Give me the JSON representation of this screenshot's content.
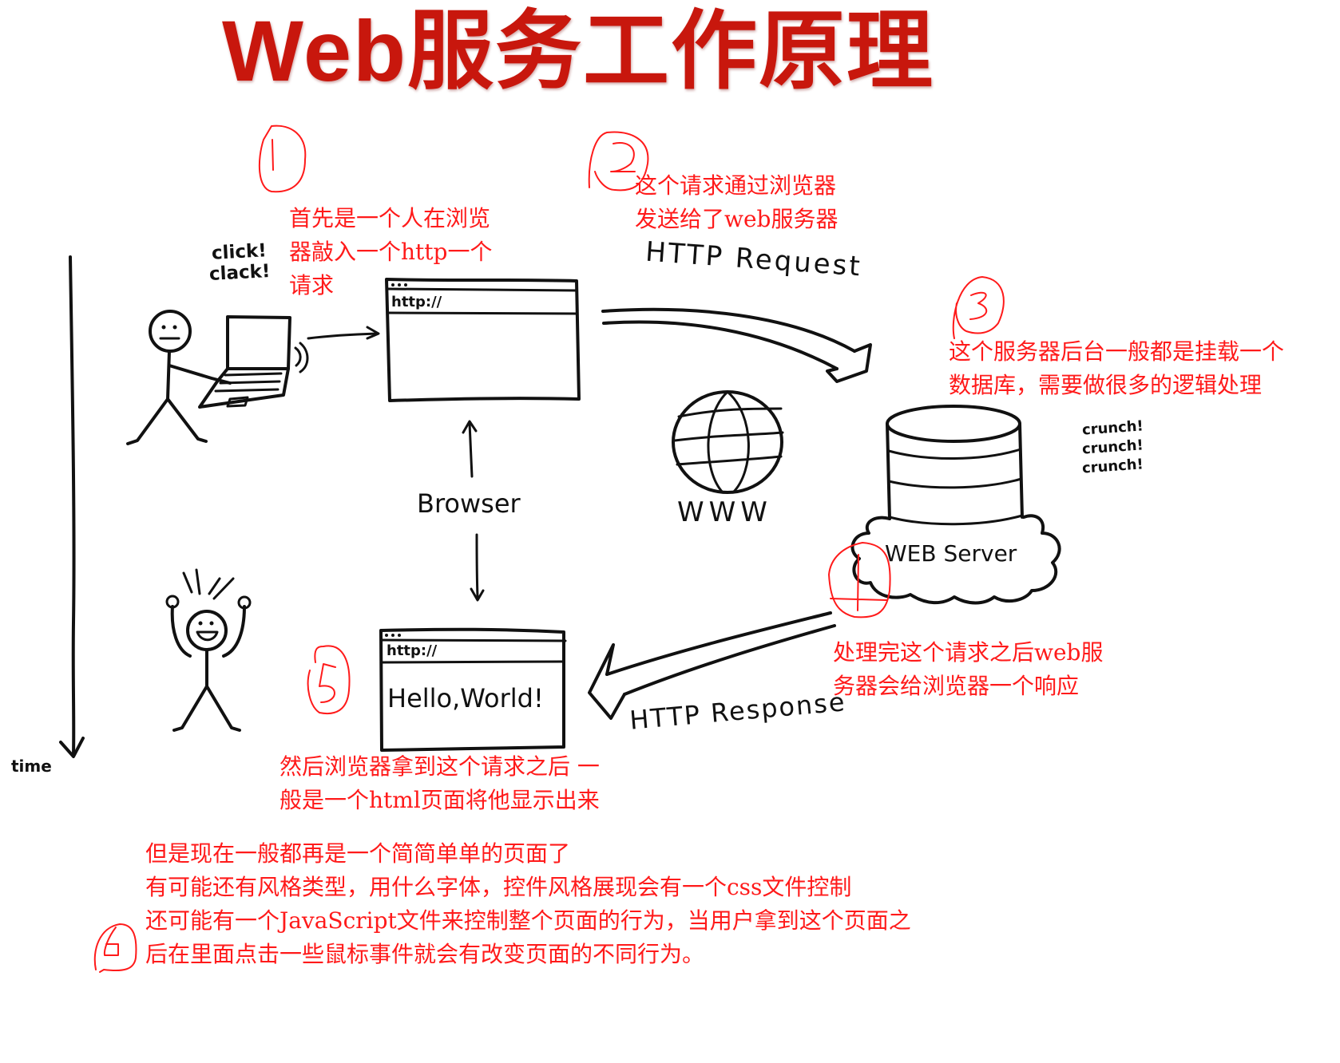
{
  "title": "Web服务工作原理",
  "colors": {
    "title": "#c8170d",
    "annotation": "#ff1a1a",
    "ink": "#111111",
    "background": "#ffffff"
  },
  "sketch_labels": {
    "click": "click!",
    "clack": "clack!",
    "browser_url": "http://",
    "browser": "Browser",
    "http_request": "HTTP Request",
    "www": "WWW",
    "crunch": [
      "crunch!",
      "crunch!",
      "crunch!"
    ],
    "web_server": "WEB Server",
    "http_response": "HTTP Response",
    "response_url": "http://",
    "hello_world": "Hello,World!",
    "time": "time"
  },
  "steps": [
    {
      "number": "1",
      "lines": [
        "首先是一个人在浏览",
        "器敲入一个http一个",
        "请求"
      ]
    },
    {
      "number": "2",
      "lines": [
        "这个请求通过浏览器",
        "发送给了web服务器"
      ]
    },
    {
      "number": "3",
      "lines": [
        "这个服务器后台一般都是挂载一个",
        "数据库，需要做很多的逻辑处理"
      ]
    },
    {
      "number": "4",
      "lines": [
        "处理完这个请求之后web服",
        "务器会给浏览器一个响应"
      ]
    },
    {
      "number": "5",
      "lines": [
        "然后浏览器拿到这个请求之后 一",
        "般是一个html页面将他显示出来"
      ]
    },
    {
      "number": "6",
      "lines": [
        "但是现在一般都再是一个简简单单的页面了",
        "有可能还有风格类型，用什么字体，控件风格展现会有一个css文件控制",
        "还可能有一个JavaScript文件来控制整个页面的行为，当用户拿到这个页面之",
        "后在里面点击一些鼠标事件就会有改变页面的不同行为。"
      ]
    }
  ]
}
